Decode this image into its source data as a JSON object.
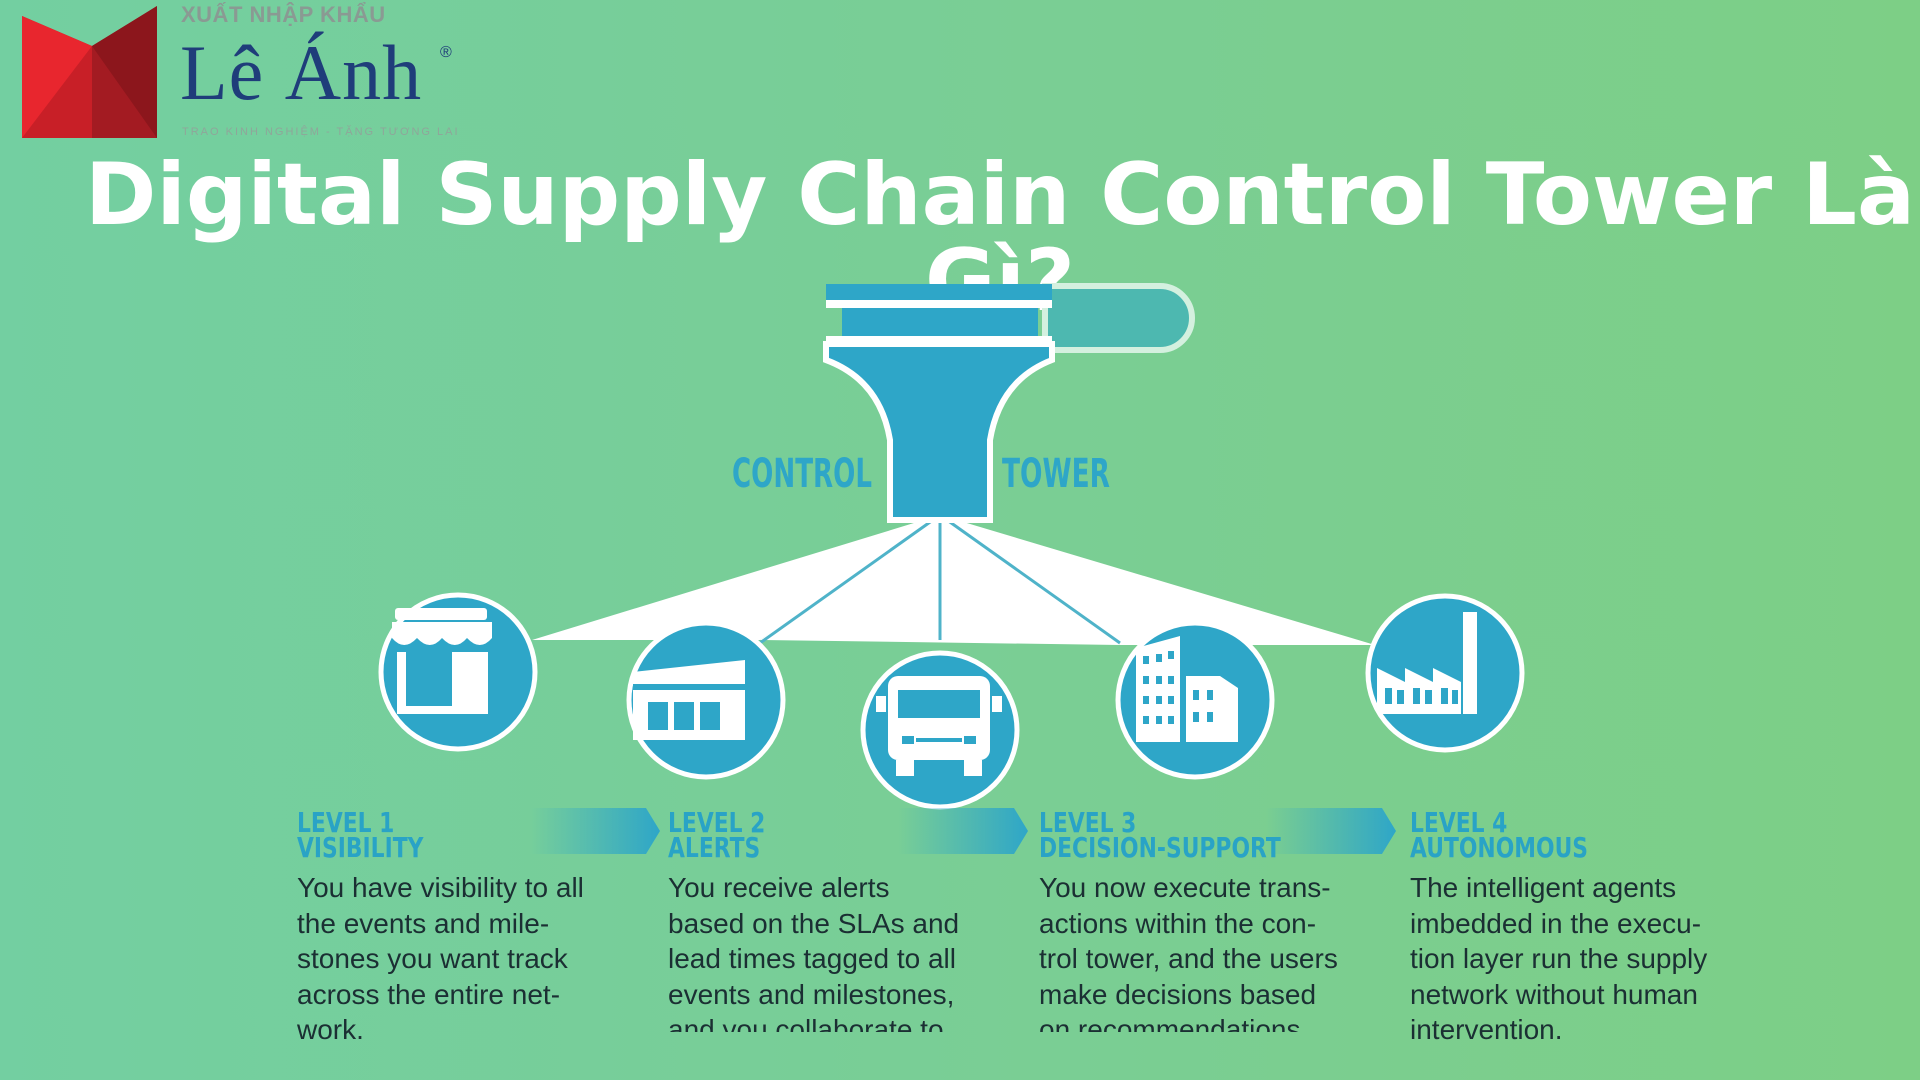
{
  "brand": {
    "top_line": "XUẤT NHẬP KHẨU",
    "name": "Lê Ánh",
    "registered": "®",
    "tagline": "TRAO KINH NGHIỆM - TẶNG TƯƠNG LAI",
    "colors": {
      "red": "#d9242b",
      "dark_red": "#9e1a20",
      "navy": "#1f3d7a"
    }
  },
  "title": "Digital Supply Chain Control Tower Là Gì?",
  "tower": {
    "label_left": "CONTROL",
    "label_right": "TOWER",
    "color": "#2ea6c8"
  },
  "nodes": [
    {
      "icon": "store-icon"
    },
    {
      "icon": "warehouse-icon"
    },
    {
      "icon": "truck-icon"
    },
    {
      "icon": "office-building-icon"
    },
    {
      "icon": "factory-icon"
    }
  ],
  "levels": [
    {
      "level": "LEVEL 1",
      "name": "VISIBILITY",
      "description": "You have visibility to all the events and mile-stones you want track across the entire net-work."
    },
    {
      "level": "LEVEL 2",
      "name": "ALERTS",
      "description": "You receive alerts based on the SLAs and lead times tagged to all events and milestones, and you collaborate to"
    },
    {
      "level": "LEVEL 3",
      "name": "DECISION-SUPPORT",
      "description": "You now execute trans-actions within the con-trol tower, and the users make decisions based on recommendations from"
    },
    {
      "level": "LEVEL 4",
      "name": "AUTONOMOUS",
      "description": "The intelligent agents imbedded in the execu-tion layer run the supply network without human intervention."
    }
  ]
}
